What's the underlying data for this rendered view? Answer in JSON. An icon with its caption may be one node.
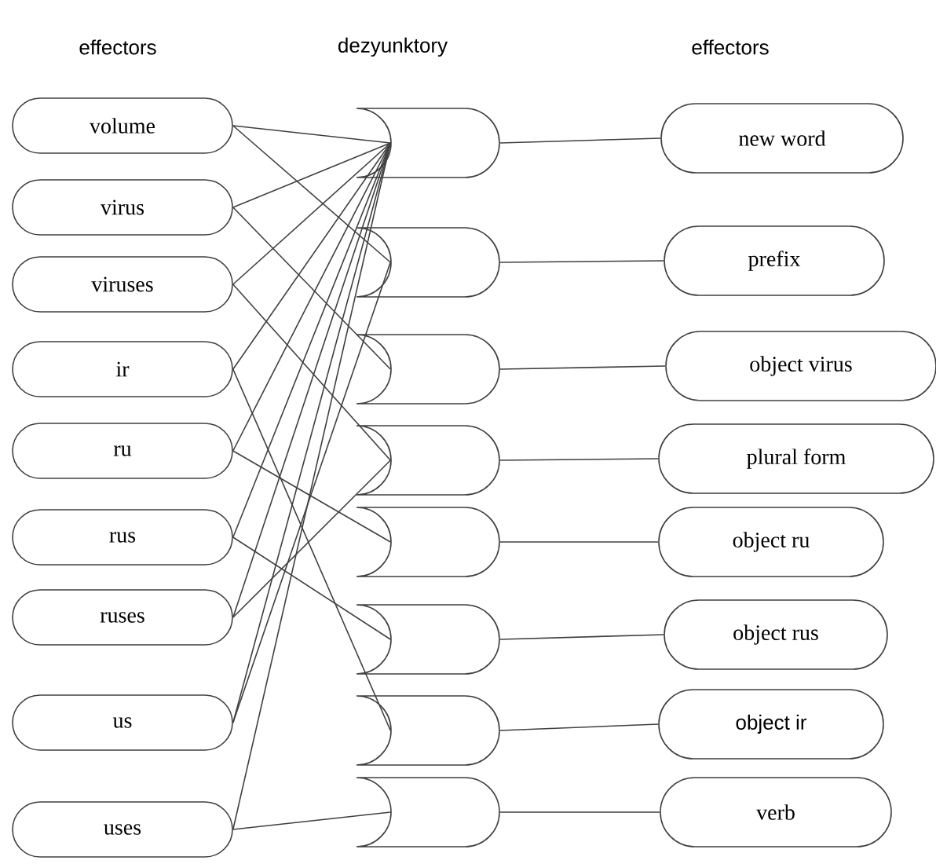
{
  "diagram": {
    "nodes": [
      {
        "text": [
          "volume"
        ]
      },
      {
        "text": [
          "virus"
        ]
      },
      {
        "text": [
          "viruses"
        ]
      },
      {
        "text": [
          "ir"
        ]
      },
      {
        "text": [
          "ru"
        ]
      },
      {
        "text": [
          "rus"
        ]
      },
      {
        "text": [
          "ruses"
        ]
      },
      {
        "text": [
          "us"
        ]
      },
      {
        "text": [
          "uses"
        ]
      },
      {
        "text": [],
        "shape": "gate"
      },
      {
        "text": [],
        "shape": "gate"
      },
      {
        "text": [],
        "shape": "gate"
      },
      {
        "text": [],
        "shape": "gate"
      },
      {
        "text": [],
        "shape": "gate"
      },
      {
        "text": [],
        "shape": "gate"
      },
      {
        "text": [],
        "shape": "gate"
      },
      {
        "text": [],
        "shape": "gate"
      },
      {
        "text": [
          "new word"
        ]
      },
      {
        "text": [
          "prefix"
        ]
      },
      {
        "text": [
          "object virus"
        ]
      },
      {
        "text": [
          "plural form"
        ]
      },
      {
        "text": [
          "object ru"
        ]
      },
      {
        "text": [
          "object rus"
        ]
      },
      {
        "text": [
          "object ir"
        ]
      },
      {
        "text": [
          "verb"
        ]
      }
    ],
    "edges": [
      {
        "from": 0,
        "to": 9,
        "arrow": "none"
      },
      {
        "from": 1,
        "to": 9,
        "arrow": "none"
      },
      {
        "from": 2,
        "to": 9,
        "arrow": "none"
      },
      {
        "from": 3,
        "to": 9,
        "arrow": "none"
      },
      {
        "from": 4,
        "to": 9,
        "arrow": "none"
      },
      {
        "from": 5,
        "to": 9,
        "arrow": "none"
      },
      {
        "from": 6,
        "to": 9,
        "arrow": "none"
      },
      {
        "from": 7,
        "to": 9,
        "arrow": "none"
      },
      {
        "from": 8,
        "to": 9,
        "arrow": "none"
      },
      {
        "from": 0,
        "to": 10,
        "arrow": "none"
      },
      {
        "from": 7,
        "to": 10,
        "arrow": "none"
      },
      {
        "from": 1,
        "to": 11,
        "arrow": "none"
      },
      {
        "from": 2,
        "to": 12,
        "arrow": "none"
      },
      {
        "from": 6,
        "to": 12,
        "arrow": "none"
      },
      {
        "from": 4,
        "to": 13,
        "arrow": "none"
      },
      {
        "from": 5,
        "to": 14,
        "arrow": "none"
      },
      {
        "from": 3,
        "to": 15,
        "arrow": "none"
      },
      {
        "from": 8,
        "to": 16,
        "arrow": "none"
      },
      {
        "from": 9,
        "to": 17,
        "arrow": "none"
      },
      {
        "from": 10,
        "to": 18,
        "arrow": "none"
      },
      {
        "from": 11,
        "to": 19,
        "arrow": "none"
      },
      {
        "from": 12,
        "to": 20,
        "arrow": "none"
      },
      {
        "from": 13,
        "to": 21,
        "arrow": "none"
      },
      {
        "from": 14,
        "to": 22,
        "arrow": "none"
      },
      {
        "from": 15,
        "to": 23,
        "arrow": "none"
      },
      {
        "from": 16,
        "to": 24,
        "arrow": "none"
      }
    ],
    "labels": [
      "effectors",
      "dezyunktory",
      "effectors"
    ]
  }
}
